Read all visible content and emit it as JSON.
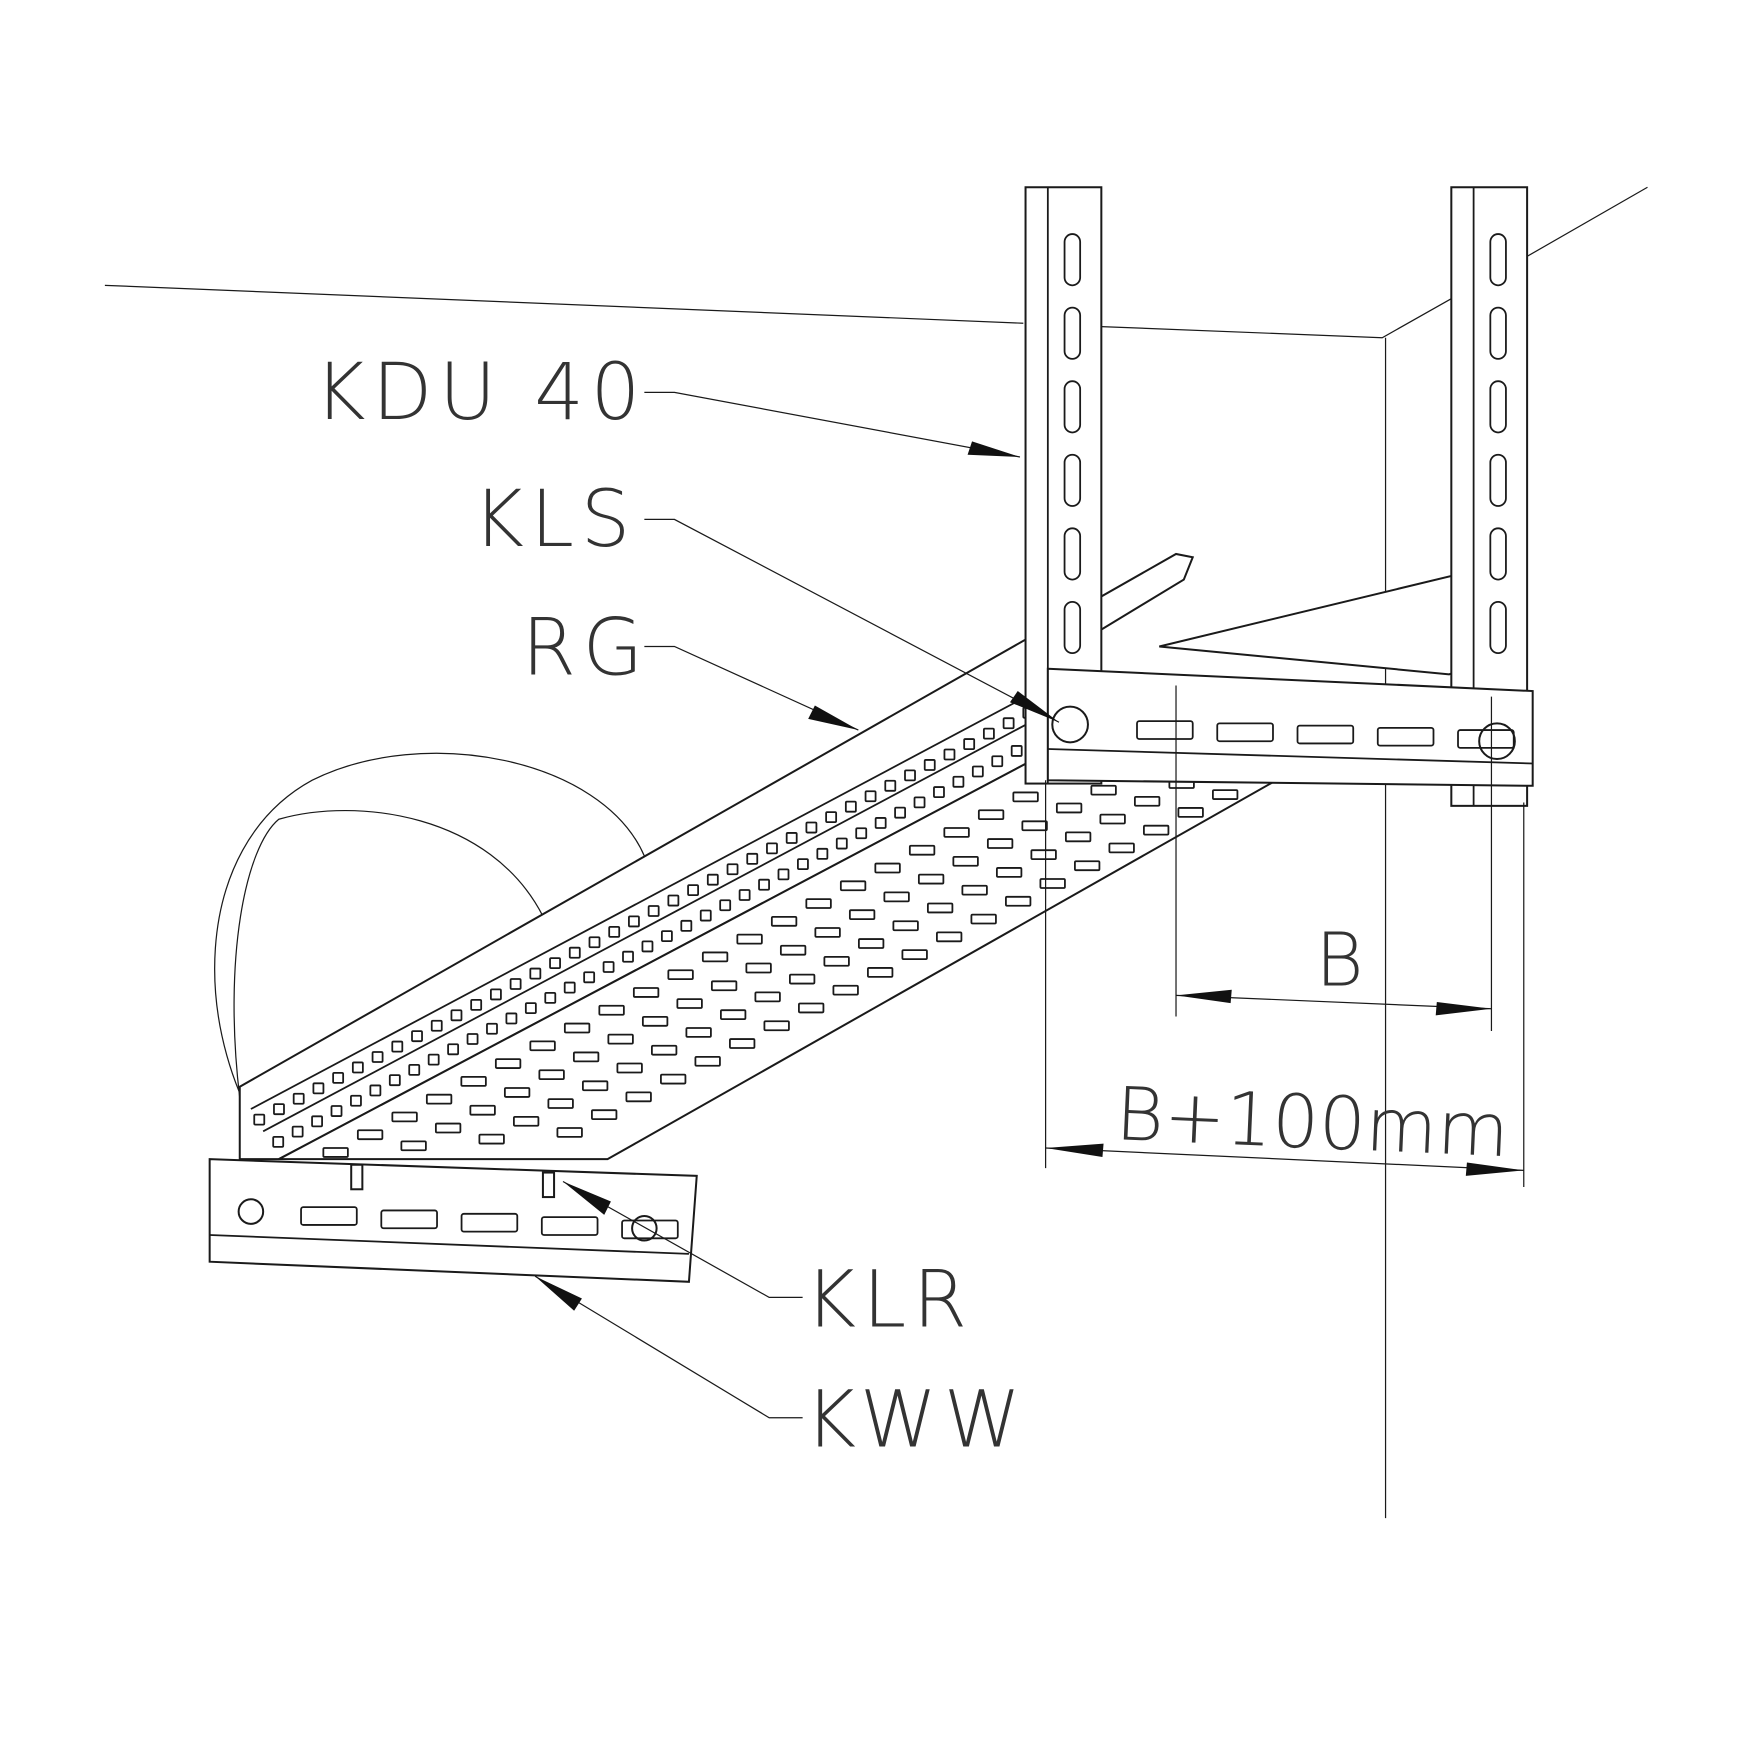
{
  "labels": {
    "kdu40": "KDU 40",
    "kls": "KLS",
    "rg": "RG",
    "klr": "KLR",
    "kww": "KWW"
  },
  "dimensions": {
    "inner_width": "B",
    "outer_width": "B+100mm"
  }
}
